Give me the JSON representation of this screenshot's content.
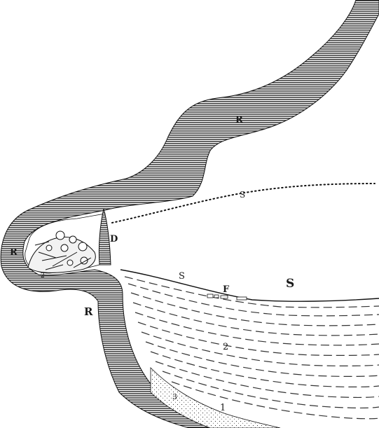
{
  "labels": {
    "rock_upper": "R",
    "rock_left": "R",
    "rock_lower": "R",
    "door": "D",
    "sea_level_1": "S",
    "sea_small": "S",
    "sea_large": "S",
    "fossil": "F",
    "stratum_2": "2",
    "stratum_1": "1",
    "stratum_3": "3",
    "cave_floor_2": "2"
  },
  "colors": {
    "rock_hatch": "#222222",
    "sediment_dash": "#333333",
    "background": "#ffffff"
  }
}
